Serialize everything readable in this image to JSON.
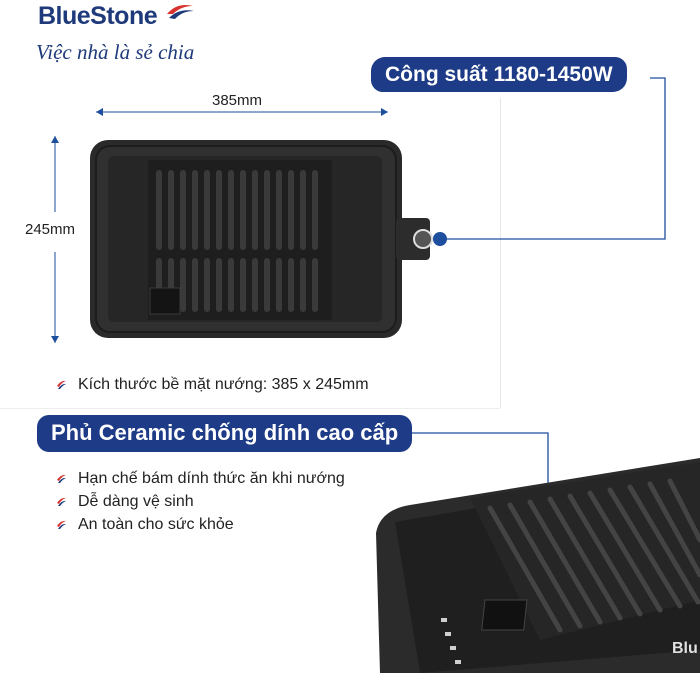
{
  "brand": {
    "name": "BlueStone",
    "tagline": "Việc nhà là sẻ chia"
  },
  "power_callout": "Công suất 1180-1450W",
  "dimensions": {
    "width": "385mm",
    "height": "245mm"
  },
  "size_bullet": "Kích thước bề mặt nướng: 385 x 245mm",
  "ceramic_callout": "Phủ Ceramic chống dính cao cấp",
  "ceramic_bullets": [
    "Hạn chế bám dính thức ăn khi nướng",
    "Dễ dàng vệ sinh",
    "An toàn cho sức khỏe"
  ],
  "product_brand_mark": "Blu",
  "colors": {
    "brand_blue": "#1d3b86",
    "leader_blue": "#1d4f9e",
    "bullet_red": "#d8322f"
  },
  "icons": [
    "bluestone-logo-icon",
    "bullet-icon"
  ]
}
